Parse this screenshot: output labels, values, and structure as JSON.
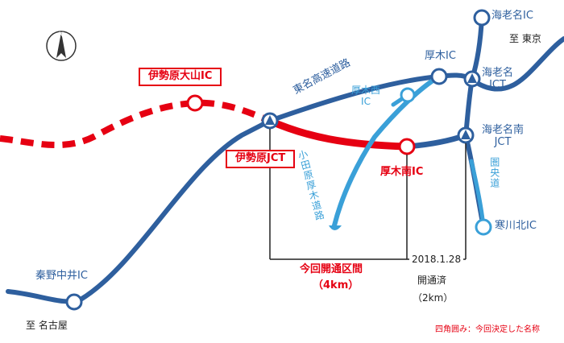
{
  "map": {
    "north_symbol": "N",
    "colors": {
      "expressway": "#2e5f9e",
      "secondary_road": "#3aa0d8",
      "new_section": "#e60012"
    },
    "roads": {
      "tomei": "東名高速道路",
      "odawara_atsugi": "小田原厚木道路",
      "ken_o": "圏央道"
    },
    "interchanges": {
      "isehara_oyama": "伊勢原大山IC",
      "isehara_jct": "伊勢原JCT",
      "atsugi_minami": "厚木南IC",
      "atsugi": "厚木IC",
      "atsugi_nishi": "厚木西\nIC",
      "ebina": "海老名IC",
      "ebina_jct": "海老名\nJCT",
      "ebina_minami_jct": "海老名南\nJCT",
      "samukawa_kita": "寒川北IC",
      "hadano_nakai": "秦野中井IC"
    },
    "directions": {
      "tokyo": "至 東京",
      "nagoya": "至 名古屋"
    },
    "sections": {
      "this_time": "今回開通区間",
      "this_time_length": "（4km）",
      "opened_date": "2018.1.28",
      "opened": "開通済",
      "opened_length": "（2km）"
    },
    "note": "四角囲み：今回決定した名称"
  }
}
